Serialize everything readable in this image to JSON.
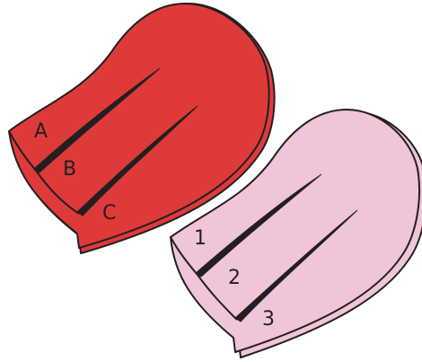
{
  "diagram": {
    "red_shape": {
      "fill": "#de3a3a",
      "labels": [
        "A",
        "B",
        "C"
      ]
    },
    "pink_shape": {
      "fill": "#f0c4d9",
      "labels": [
        "1",
        "2",
        "3"
      ]
    },
    "outline_color": "#231f20"
  }
}
